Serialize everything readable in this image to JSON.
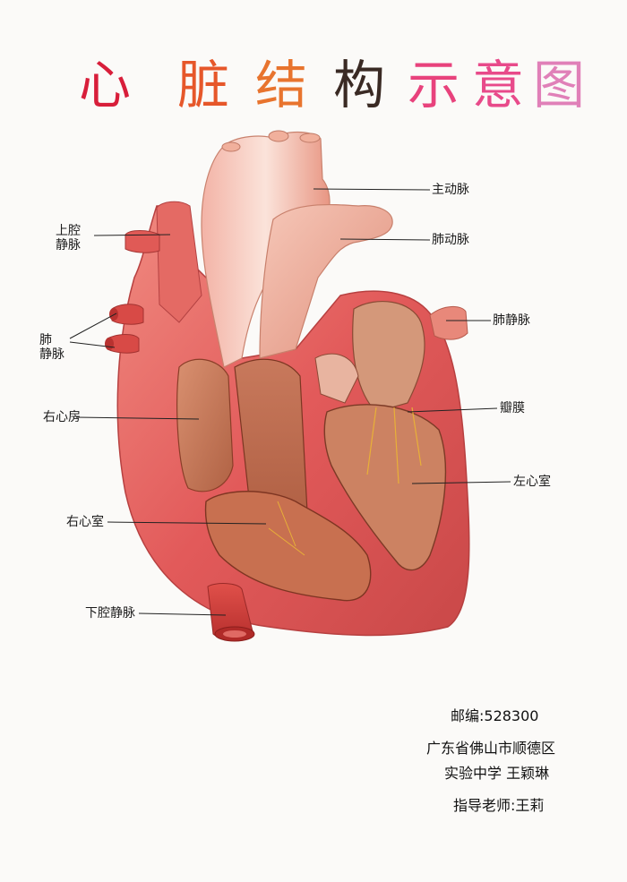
{
  "title": {
    "chars": [
      "心",
      "脏",
      "结",
      "构",
      "示",
      "意",
      "图"
    ],
    "colors": [
      "#d81e3a",
      "#e6572a",
      "#e8742e",
      "#3a2a24",
      "#e8427c",
      "#e84a8a",
      "#e080b8"
    ]
  },
  "labels": {
    "superior_vena_cava": "上腔\n静脉",
    "aorta": "主动脉",
    "pulmonary_artery": "肺动脉",
    "pulmonary_vein_right": "肺静脉",
    "pulmonary_vein_left": "肺\n静脉",
    "valve": "瓣膜",
    "right_atrium": "右心房",
    "left_ventricle": "左心室",
    "right_ventricle": "右心室",
    "inferior_vena_cava": "下腔静脉"
  },
  "info": {
    "postcode": "邮编:528300",
    "address": "广东省佛山市顺德区",
    "school_author": "实验中学  王颖琳",
    "teacher": "指导老师:王莉"
  }
}
